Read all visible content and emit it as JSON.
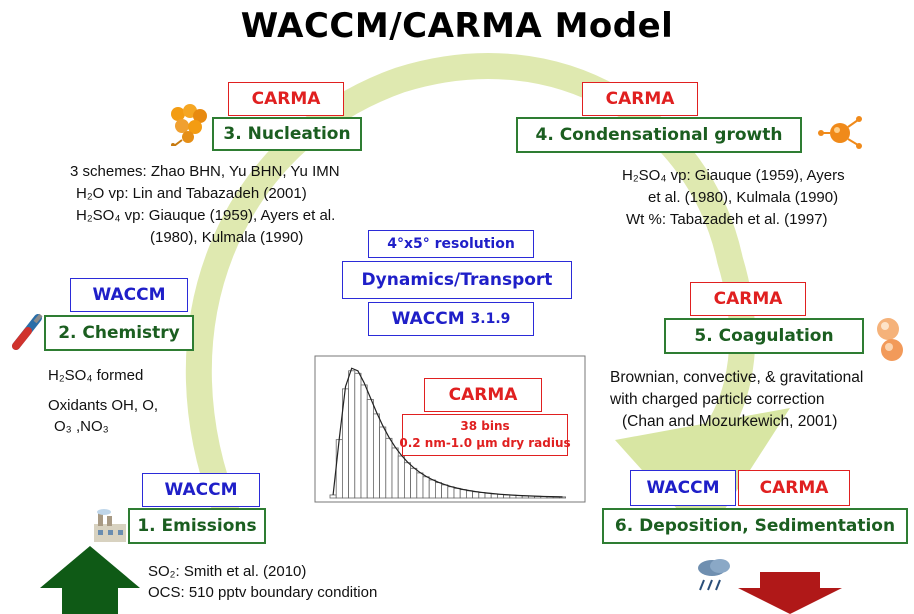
{
  "title": "WACCM/CARMA Model",
  "steps": {
    "nucleation": {
      "tag": "CARMA",
      "label": "3. Nucleation",
      "lines": [
        "3 schemes: Zhao BHN, Yu BHN, Yu IMN",
        "H₂O vp: Lin and Tabazadeh (2001)",
        "H₂SO₄ vp: Giauque (1959), Ayers et al.",
        "(1980), Kulmala (1990)"
      ]
    },
    "condensation": {
      "tag": "CARMA",
      "label": "4. Condensational growth",
      "lines": [
        "H₂SO₄ vp: Giauque (1959), Ayers",
        "et al. (1980), Kulmala (1990)",
        "Wt %: Tabazadeh et al. (1997)"
      ]
    },
    "chemistry": {
      "tag": "WACCM",
      "label": "2. Chemistry",
      "lines": [
        "H₂SO₄ formed",
        "Oxidants OH, O,",
        "O₃ ,NO₃"
      ]
    },
    "coagulation": {
      "tag": "CARMA",
      "label": "5. Coagulation",
      "lines": [
        "Brownian, convective, & gravitational",
        "with charged particle correction",
        "(Chan and Mozurkewich, 2001)"
      ]
    },
    "emissions": {
      "tag": "WACCM",
      "label": "1. Emissions",
      "lines": [
        "SO₂: Smith et al. (2010)",
        "OCS: 510 pptv boundary condition"
      ]
    },
    "deposition": {
      "tags": [
        "WACCM",
        "CARMA"
      ],
      "label": "6. Deposition, Sedimentation"
    }
  },
  "center": {
    "resolution": "4°x5° resolution",
    "dynamics": "Dynamics/Transport",
    "waccm": "WACCM",
    "version": "3.1.9"
  },
  "histogram": {
    "tag": "CARMA",
    "bins": "38 bins",
    "range": "0.2 nm-1.0 µm dry radius"
  },
  "colors": {
    "green_border": "#2e7d32",
    "green_text": "#1b5e20",
    "carma_red": "#e02020",
    "waccm_blue": "#1f1fc8",
    "cycle_arrow": "#dfe9b0",
    "up_arrow": "#0f5a16",
    "down_arrow": "#b01818"
  },
  "icons": [
    "aerosol-cluster-icon",
    "particle-molecule-icon",
    "test-tube-icon",
    "coagulating-spheres-icon",
    "factory-icon",
    "rain-cloud-icon"
  ]
}
